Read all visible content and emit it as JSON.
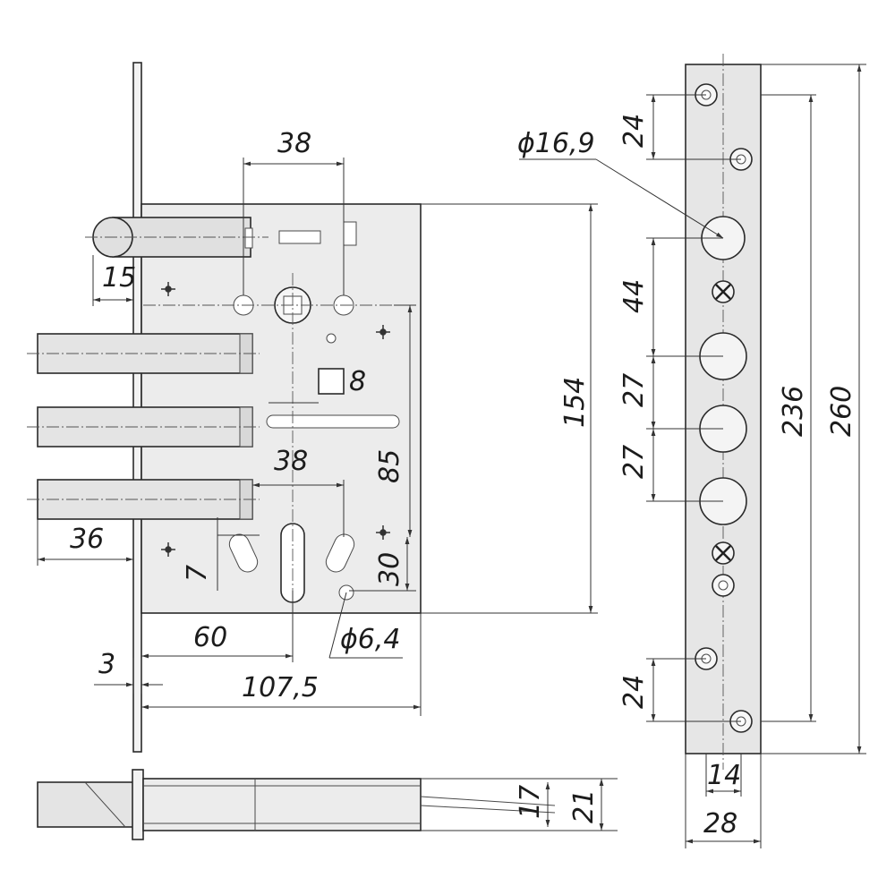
{
  "dimensions": {
    "backset_top": "38",
    "square_follower": "8",
    "latch_projection": "15",
    "deadbolt_projection": "36",
    "thread_7": "7",
    "backset": "60",
    "faceplate": "3",
    "body_width": "107,5",
    "spindle_to_cylinder": "38",
    "height_154": "154",
    "centers_85": "85",
    "screw_30": "30",
    "hole_6_4": "ϕ6,4",
    "hole_16_9": "ϕ16,9",
    "plate_24_top": "24",
    "plate_44": "44",
    "plate_27_a": "27",
    "plate_27_b": "27",
    "plate_24_bottom": "24",
    "plate_236": "236",
    "plate_260": "260",
    "plate_14": "14",
    "plate_28": "28",
    "thickness_17": "17",
    "thickness_21": "21"
  }
}
